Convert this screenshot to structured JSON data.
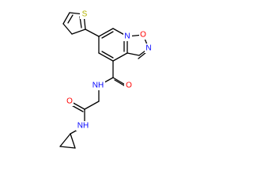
{
  "structure": {
    "atoms": [
      {
        "symbol": "S",
        "label": "S",
        "color": "#b2b200"
      },
      {
        "symbol": "N",
        "label": "N",
        "color": "#0000ff"
      },
      {
        "symbol": "O",
        "label": "O",
        "color": "#ff0000"
      },
      {
        "symbol": "N",
        "label": "N",
        "color": "#0000ff"
      },
      {
        "symbol": "O",
        "label": "O",
        "color": "#ff0000"
      },
      {
        "symbol": "N",
        "label": "NH",
        "color": "#0000ff"
      },
      {
        "symbol": "O",
        "label": "O",
        "color": "#ff0000"
      },
      {
        "symbol": "N",
        "label": "NH",
        "color": "#0000ff"
      }
    ],
    "bond_color": "#000000",
    "background_color": "#ffffff"
  }
}
